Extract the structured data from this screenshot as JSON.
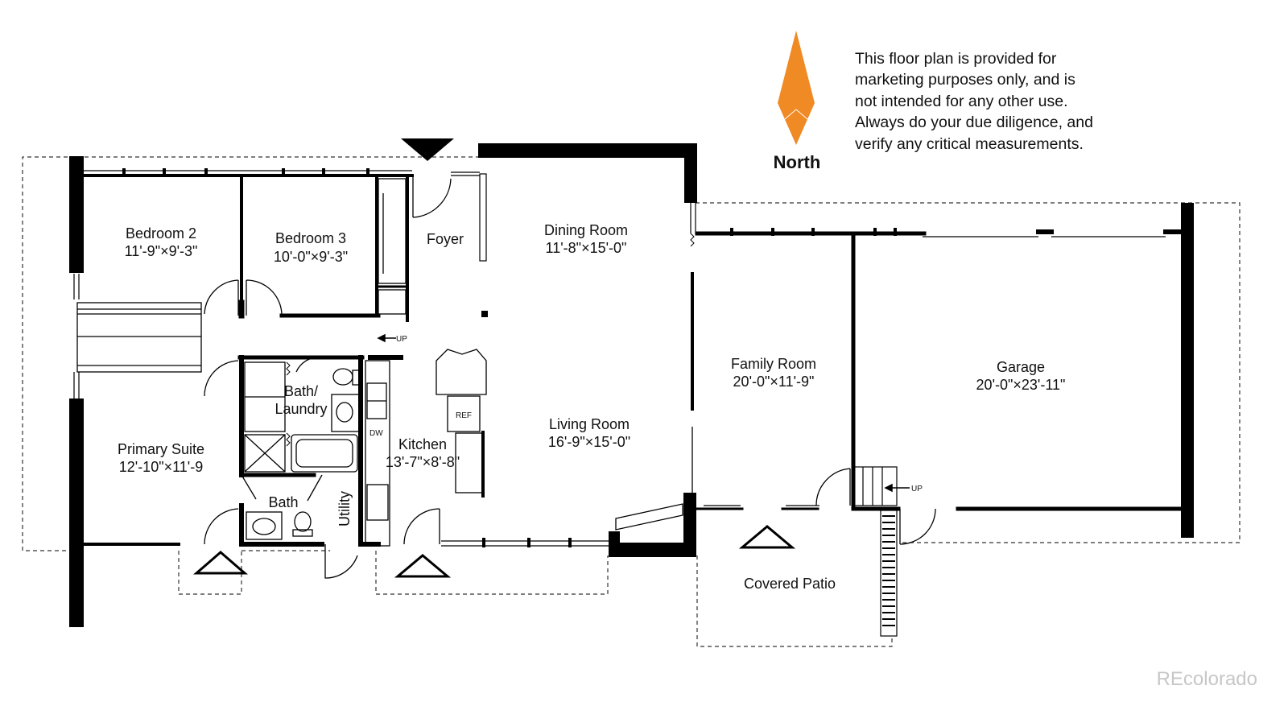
{
  "rooms": {
    "bedroom2": {
      "name": "Bedroom 2",
      "dims": "11'-9\"×9'-3\""
    },
    "bedroom3": {
      "name": "Bedroom 3",
      "dims": "10'-0\"×9'-3\""
    },
    "foyer": {
      "name": "Foyer"
    },
    "dining": {
      "name": "Dining Room",
      "dims": "11'-8\"×15'-0\""
    },
    "primary": {
      "name": "Primary Suite",
      "dims": "12'-10\"×11'-9"
    },
    "bath_laundry": {
      "line1": "Bath/",
      "line2": "Laundry"
    },
    "bath": {
      "name": "Bath"
    },
    "utility": {
      "name": "Utility"
    },
    "kitchen": {
      "name": "Kitchen",
      "dims": "13'-7\"×8'-8\""
    },
    "living": {
      "name": "Living Room",
      "dims": "16'-9\"×15'-0\""
    },
    "family": {
      "name": "Family Room",
      "dims": "20'-0\"×11'-9\""
    },
    "garage": {
      "name": "Garage",
      "dims": "20'-0\"×23'-11\""
    },
    "patio": {
      "name": "Covered Patio"
    }
  },
  "fixtures": {
    "ref": "REF",
    "dw": "DW",
    "up": "UP"
  },
  "compass": {
    "label": "North",
    "color": "#f08a24"
  },
  "disclaimer": [
    "This floor plan is provided for",
    "marketing purposes only, and is",
    "not intended for any other use.",
    "Always do your due diligence, and",
    "verify any critical measurements."
  ],
  "watermark": "REcolorado"
}
